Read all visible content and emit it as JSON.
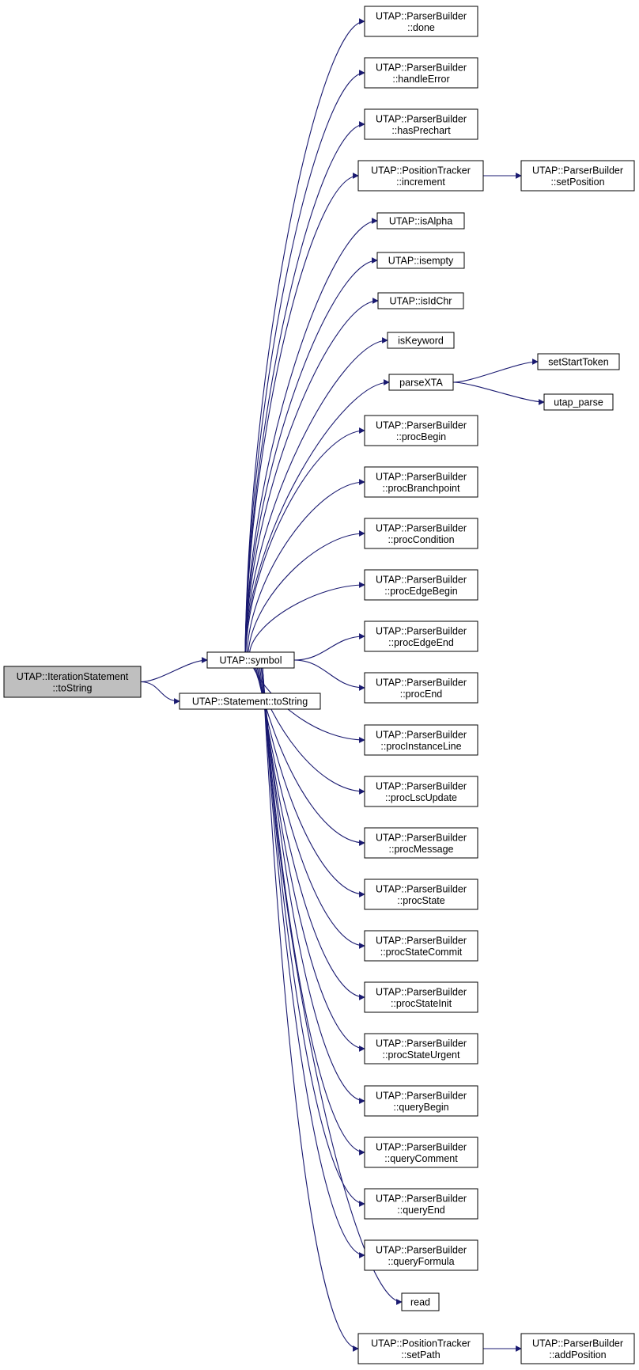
{
  "nodes": [
    {
      "id": "root",
      "lines": [
        "UTAP::IterationStatement",
        "::toString"
      ],
      "root": true
    },
    {
      "id": "symbol",
      "lines": [
        "UTAP::symbol"
      ]
    },
    {
      "id": "stmt",
      "lines": [
        "UTAP::Statement::toString"
      ]
    },
    {
      "id": "done",
      "lines": [
        "UTAP::ParserBuilder",
        "::done"
      ]
    },
    {
      "id": "handleError",
      "lines": [
        "UTAP::ParserBuilder",
        "::handleError"
      ]
    },
    {
      "id": "hasPrechart",
      "lines": [
        "UTAP::ParserBuilder",
        "::hasPrechart"
      ]
    },
    {
      "id": "increment",
      "lines": [
        "UTAP::PositionTracker",
        "::increment"
      ]
    },
    {
      "id": "setPosition",
      "lines": [
        "UTAP::ParserBuilder",
        "::setPosition"
      ]
    },
    {
      "id": "isAlpha",
      "lines": [
        "UTAP::isAlpha"
      ]
    },
    {
      "id": "isempty",
      "lines": [
        "UTAP::isempty"
      ]
    },
    {
      "id": "isIdChr",
      "lines": [
        "UTAP::isIdChr"
      ]
    },
    {
      "id": "isKeyword",
      "lines": [
        "isKeyword"
      ]
    },
    {
      "id": "parseXTA",
      "lines": [
        "parseXTA"
      ]
    },
    {
      "id": "setStartToken",
      "lines": [
        "setStartToken"
      ]
    },
    {
      "id": "utap_parse",
      "lines": [
        "utap_parse"
      ]
    },
    {
      "id": "procBegin",
      "lines": [
        "UTAP::ParserBuilder",
        "::procBegin"
      ]
    },
    {
      "id": "procBranchpoint",
      "lines": [
        "UTAP::ParserBuilder",
        "::procBranchpoint"
      ]
    },
    {
      "id": "procCondition",
      "lines": [
        "UTAP::ParserBuilder",
        "::procCondition"
      ]
    },
    {
      "id": "procEdgeBegin",
      "lines": [
        "UTAP::ParserBuilder",
        "::procEdgeBegin"
      ]
    },
    {
      "id": "procEdgeEnd",
      "lines": [
        "UTAP::ParserBuilder",
        "::procEdgeEnd"
      ]
    },
    {
      "id": "procEnd",
      "lines": [
        "UTAP::ParserBuilder",
        "::procEnd"
      ]
    },
    {
      "id": "procInstanceLine",
      "lines": [
        "UTAP::ParserBuilder",
        "::procInstanceLine"
      ]
    },
    {
      "id": "procLscUpdate",
      "lines": [
        "UTAP::ParserBuilder",
        "::procLscUpdate"
      ]
    },
    {
      "id": "procMessage",
      "lines": [
        "UTAP::ParserBuilder",
        "::procMessage"
      ]
    },
    {
      "id": "procState",
      "lines": [
        "UTAP::ParserBuilder",
        "::procState"
      ]
    },
    {
      "id": "procStateCommit",
      "lines": [
        "UTAP::ParserBuilder",
        "::procStateCommit"
      ]
    },
    {
      "id": "procStateInit",
      "lines": [
        "UTAP::ParserBuilder",
        "::procStateInit"
      ]
    },
    {
      "id": "procStateUrgent",
      "lines": [
        "UTAP::ParserBuilder",
        "::procStateUrgent"
      ]
    },
    {
      "id": "queryBegin",
      "lines": [
        "UTAP::ParserBuilder",
        "::queryBegin"
      ]
    },
    {
      "id": "queryComment",
      "lines": [
        "UTAP::ParserBuilder",
        "::queryComment"
      ]
    },
    {
      "id": "queryEnd",
      "lines": [
        "UTAP::ParserBuilder",
        "::queryEnd"
      ]
    },
    {
      "id": "queryFormula",
      "lines": [
        "UTAP::ParserBuilder",
        "::queryFormula"
      ]
    },
    {
      "id": "read",
      "lines": [
        "read"
      ]
    },
    {
      "id": "setPath",
      "lines": [
        "UTAP::PositionTracker",
        "::setPath"
      ]
    },
    {
      "id": "addPosition",
      "lines": [
        "UTAP::ParserBuilder",
        "::addPosition"
      ]
    }
  ],
  "edges": [
    [
      "root",
      "symbol"
    ],
    [
      "root",
      "stmt"
    ],
    [
      "symbol",
      "done"
    ],
    [
      "symbol",
      "handleError"
    ],
    [
      "symbol",
      "hasPrechart"
    ],
    [
      "symbol",
      "increment"
    ],
    [
      "symbol",
      "isAlpha"
    ],
    [
      "symbol",
      "isempty"
    ],
    [
      "symbol",
      "isIdChr"
    ],
    [
      "symbol",
      "isKeyword"
    ],
    [
      "symbol",
      "parseXTA"
    ],
    [
      "symbol",
      "procBegin"
    ],
    [
      "symbol",
      "procBranchpoint"
    ],
    [
      "symbol",
      "procCondition"
    ],
    [
      "symbol",
      "procEdgeBegin"
    ],
    [
      "symbol",
      "procEdgeEnd"
    ],
    [
      "symbol",
      "procEnd"
    ],
    [
      "symbol",
      "procInstanceLine"
    ],
    [
      "symbol",
      "procLscUpdate"
    ],
    [
      "symbol",
      "procMessage"
    ],
    [
      "symbol",
      "procState"
    ],
    [
      "symbol",
      "procStateCommit"
    ],
    [
      "symbol",
      "procStateInit"
    ],
    [
      "symbol",
      "procStateUrgent"
    ],
    [
      "symbol",
      "queryBegin"
    ],
    [
      "symbol",
      "queryComment"
    ],
    [
      "symbol",
      "queryEnd"
    ],
    [
      "symbol",
      "queryFormula"
    ],
    [
      "symbol",
      "read"
    ],
    [
      "symbol",
      "setPath"
    ],
    [
      "increment",
      "setPosition"
    ],
    [
      "parseXTA",
      "setStartToken"
    ],
    [
      "parseXTA",
      "utap_parse"
    ],
    [
      "setPath",
      "addPosition"
    ]
  ],
  "colors": {
    "edge": "#191970",
    "root_fill": "#bfbfbf",
    "node_fill": "#ffffff",
    "border": "#000000"
  }
}
